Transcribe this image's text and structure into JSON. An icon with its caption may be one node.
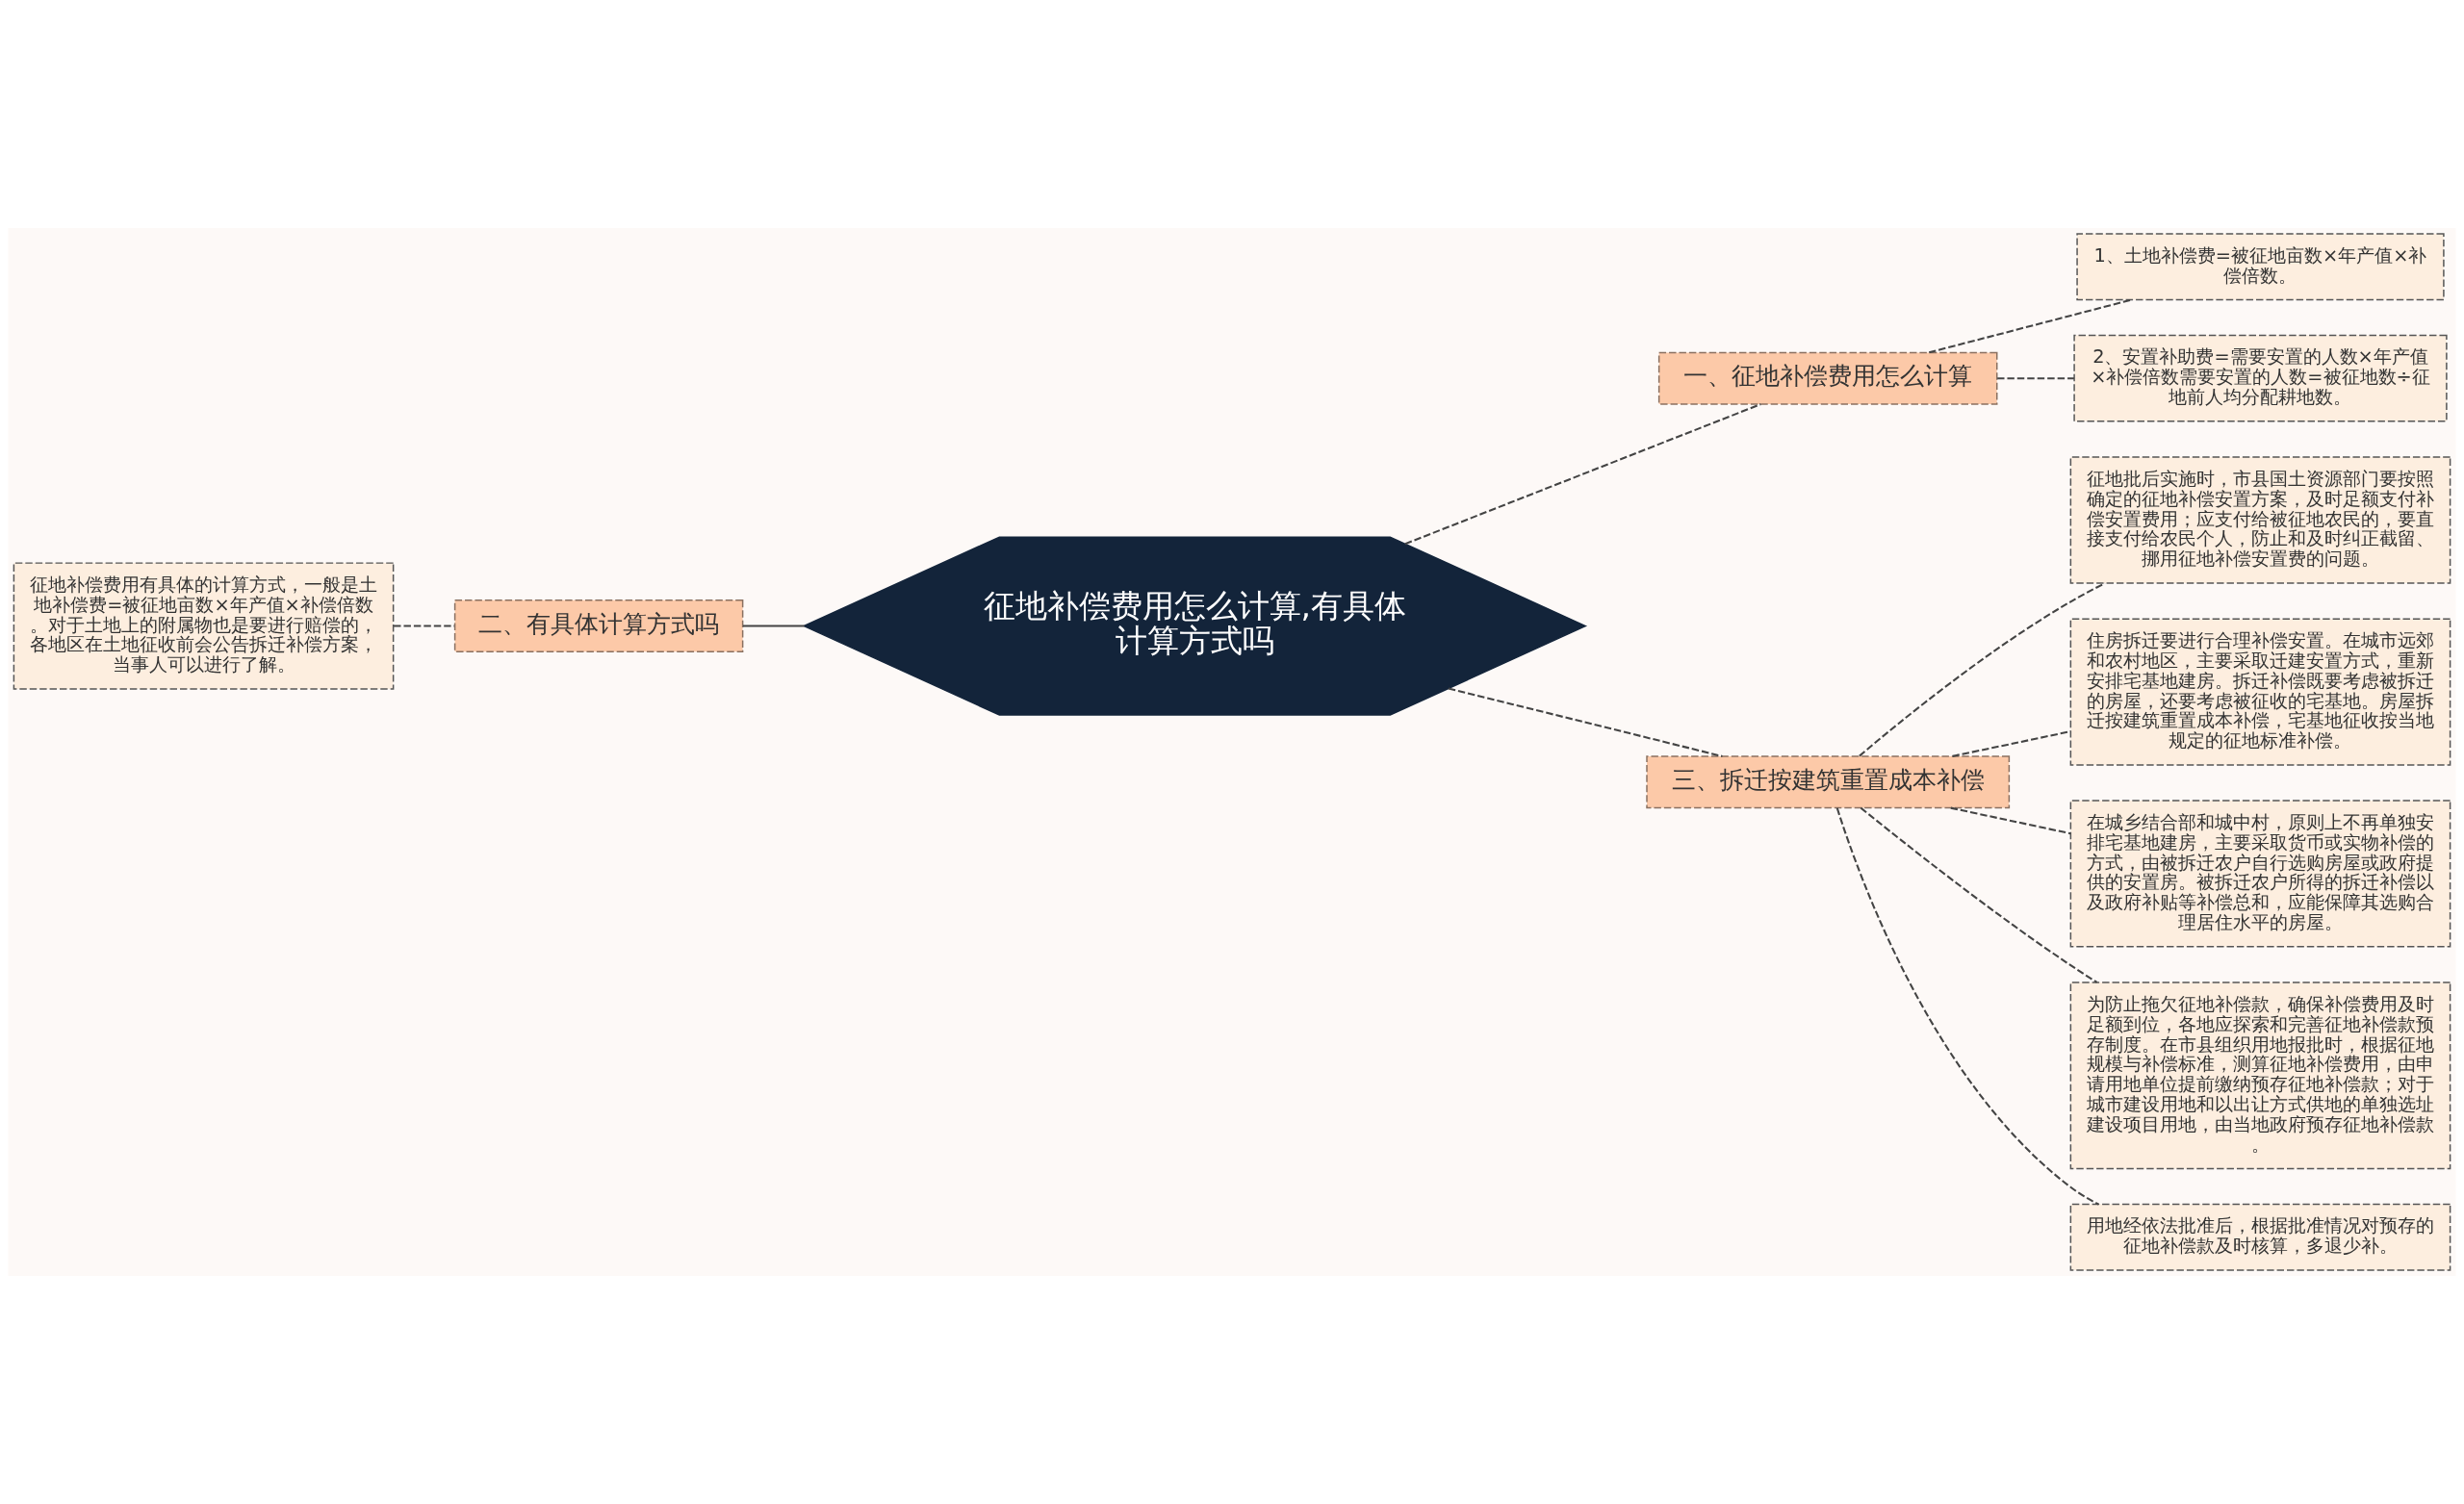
{
  "diagram": {
    "nodes": [
      {
        "text": [
          "征地补偿费用怎么计算,有具体计算方式吗"
        ]
      },
      {
        "text": [
          "一、征地补偿费用怎么计算"
        ]
      },
      {
        "text": [
          "1、土地补偿费=被征地亩数×年产值×补偿倍数。"
        ]
      },
      {
        "text": [
          "2、安置补助费=需要安置的人数×年产值×补偿倍数需要安置的人数=被征地数÷征地前人均分配耕地数。"
        ]
      },
      {
        "text": [
          "二、有具体计算方式吗"
        ]
      },
      {
        "text": [
          "征地补偿费用有具体的计算方式，一般是土地补偿费=被征地亩数×年产值×补偿倍数。对于土地上的附属物也是要进行赔偿的，各地区在土地征收前会公告拆迁补偿方案，当事人可以进行了解。"
        ]
      },
      {
        "text": [
          "三、拆迁按建筑重置成本补偿"
        ]
      },
      {
        "text": [
          "征地批后实施时，市县国土资源部门要按照确定的征地补偿安置方案，及时足额支付补偿安置费用；应支付给被征地农民的，要直接支付给农民个人，防止和及时纠正截留、挪用征地补偿安置费的问题。"
        ]
      },
      {
        "text": [
          "住房拆迁要进行合理补偿安置。在城市远郊和农村地区，主要采取迁建安置方式，重新安排宅基地建房。拆迁补偿既要考虑被拆迁的房屋，还要考虑被征收的宅基地。房屋拆迁按建筑重置成本补偿，宅基地征收按当地规定的征地标准补偿。"
        ]
      },
      {
        "text": [
          "在城乡结合部和城中村，原则上不再单独安排宅基地建房，主要采取货币或实物补偿的方式，由被拆迁农户自行选购房屋或政府提供的安置房。被拆迁农户所得的拆迁补偿以及政府补贴等补偿总和，应能保障其选购合理居住水平的房屋。"
        ]
      },
      {
        "text": [
          "为防止拖欠征地补偿款，确保补偿费用及时足额到位，各地应探索和完善征地补偿款预存制度。在市县组织用地报批时，根据征地规模与补偿标准，测算征地补偿费用，由申请用地单位提前缴纳预存征地补偿款；对于城市建设用地和以出让方式供地的单独选址建设项目用地，由当地政府预存征地补偿款。"
        ]
      },
      {
        "text": [
          "用地经依法批准后，根据批准情况对预存的征地补偿款及时核算，多退少补。"
        ]
      }
    ],
    "edges": [
      {
        "from": 0,
        "to": 1,
        "arrow": "none",
        "style": "dashed"
      },
      {
        "from": 1,
        "to": 2,
        "arrow": "none",
        "style": "dashed"
      },
      {
        "from": 1,
        "to": 3,
        "arrow": "none",
        "style": "dashed"
      },
      {
        "from": 0,
        "to": 4,
        "arrow": "none"
      },
      {
        "from": 4,
        "to": 5,
        "arrow": "none",
        "style": "dashed"
      },
      {
        "from": 0,
        "to": 6,
        "arrow": "none",
        "style": "dashed"
      },
      {
        "from": 6,
        "to": 7,
        "arrow": "none",
        "style": "dashed"
      },
      {
        "from": 6,
        "to": 8,
        "arrow": "none",
        "style": "dashed"
      },
      {
        "from": 6,
        "to": 9,
        "arrow": "none",
        "style": "dashed"
      },
      {
        "from": 6,
        "to": 10,
        "arrow": "none",
        "style": "dashed"
      },
      {
        "from": 6,
        "to": 11,
        "arrow": "none",
        "style": "dashed"
      }
    ]
  }
}
